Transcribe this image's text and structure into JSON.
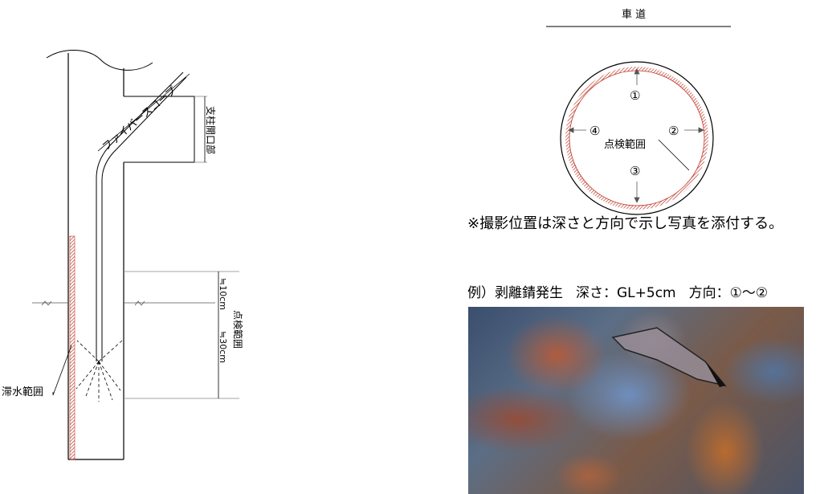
{
  "left_diagram": {
    "fiberscope_label": "ファイバースコープ",
    "post_opening_label": "支柱開口部",
    "inspection_range_label": "点検範囲",
    "dim_10cm": "≒10cm",
    "dim_30cm": "≒30cm",
    "water_range_label": "滞水範囲"
  },
  "right_diagram": {
    "road_label": "車 道",
    "dir_1": "①",
    "dir_2": "②",
    "dir_3": "③",
    "dir_4": "④",
    "inspection_range_label": "点検範囲"
  },
  "note": "※撮影位置は深さと方向で示し写真を添付する。",
  "example": {
    "prefix": "例）剥離錆発生",
    "depth": "深さ：GL+5cm",
    "direction": "方向：①〜②"
  },
  "colors": {
    "hatch": "#c0392b",
    "line": "#000000",
    "guide": "#888888"
  }
}
